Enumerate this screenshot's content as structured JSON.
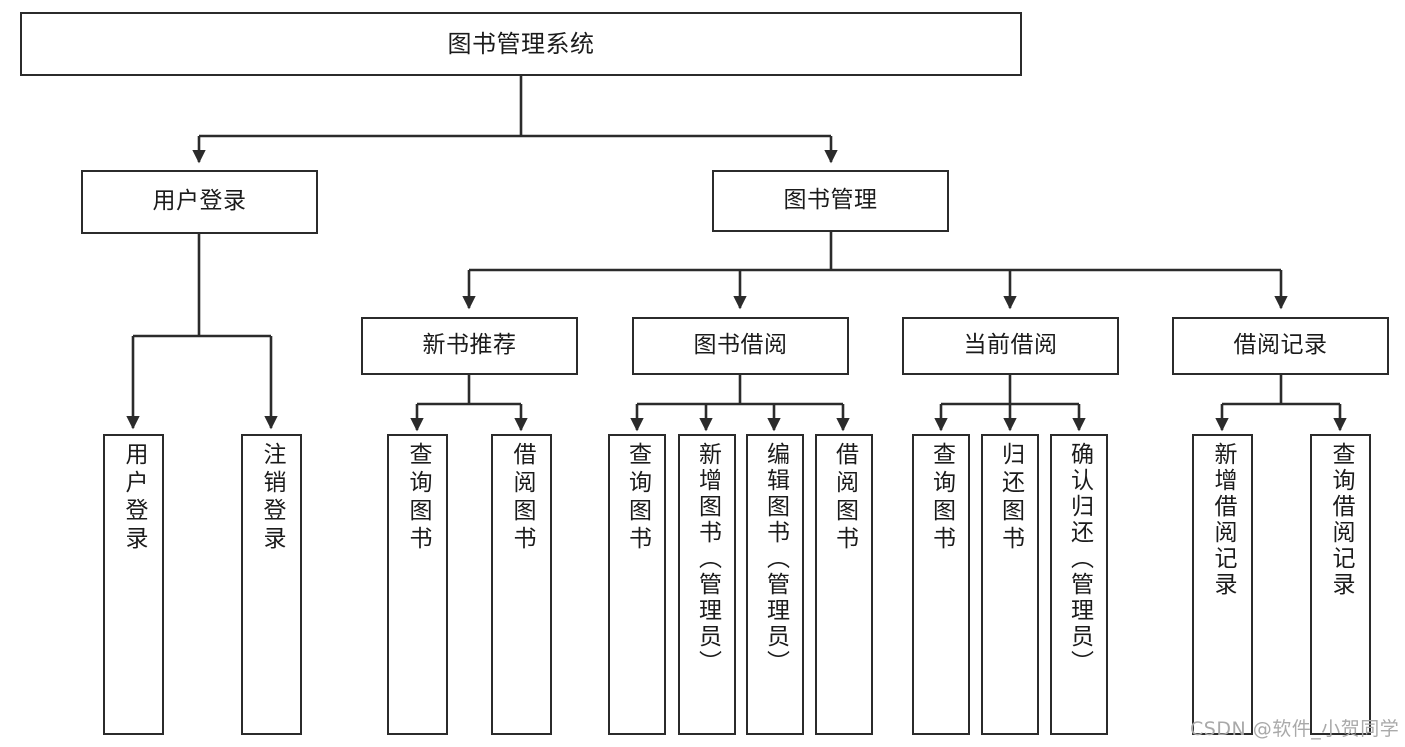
{
  "diagram": {
    "title": "图书管理系统",
    "type": "tree",
    "accent_border": "#2b2b2b",
    "background": "#ffffff",
    "text_color": "#1b1b1b"
  },
  "nodes": {
    "root": {
      "label": "图书管理系统"
    },
    "level2": [
      {
        "id": "user-login",
        "label": "用户登录"
      },
      {
        "id": "book-manage",
        "label": "图书管理"
      }
    ],
    "level3": [
      {
        "id": "new-book-rec",
        "label": "新书推荐"
      },
      {
        "id": "book-borrow",
        "label": "图书借阅"
      },
      {
        "id": "current-borrow",
        "label": "当前借阅"
      },
      {
        "id": "borrow-record",
        "label": "借阅记录"
      }
    ],
    "leaves": {
      "user_login": [
        {
          "id": "leaf-user-login",
          "label": "用户登录"
        },
        {
          "id": "leaf-user-logout",
          "label": "注销登录"
        }
      ],
      "new_book_rec": [
        {
          "id": "leaf-query-book-1",
          "label": "查询图书"
        },
        {
          "id": "leaf-borrow-book-1",
          "label": "借阅图书"
        }
      ],
      "book_borrow": [
        {
          "id": "leaf-query-book-2",
          "label": "查询图书"
        },
        {
          "id": "leaf-add-book",
          "label": "新增图书（管理员）"
        },
        {
          "id": "leaf-edit-book",
          "label": "编辑图书（管理员）"
        },
        {
          "id": "leaf-borrow-book-2",
          "label": "借阅图书"
        }
      ],
      "current_borrow": [
        {
          "id": "leaf-query-book-3",
          "label": "查询图书"
        },
        {
          "id": "leaf-return-book",
          "label": "归还图书"
        },
        {
          "id": "leaf-confirm-return",
          "label": "确认归还（管理员）"
        }
      ],
      "borrow_record": [
        {
          "id": "leaf-add-record",
          "label": "新增借阅记录"
        },
        {
          "id": "leaf-query-record",
          "label": "查询借阅记录"
        }
      ]
    }
  },
  "watermark": {
    "text": "CSDN @软件_小贺同学"
  }
}
